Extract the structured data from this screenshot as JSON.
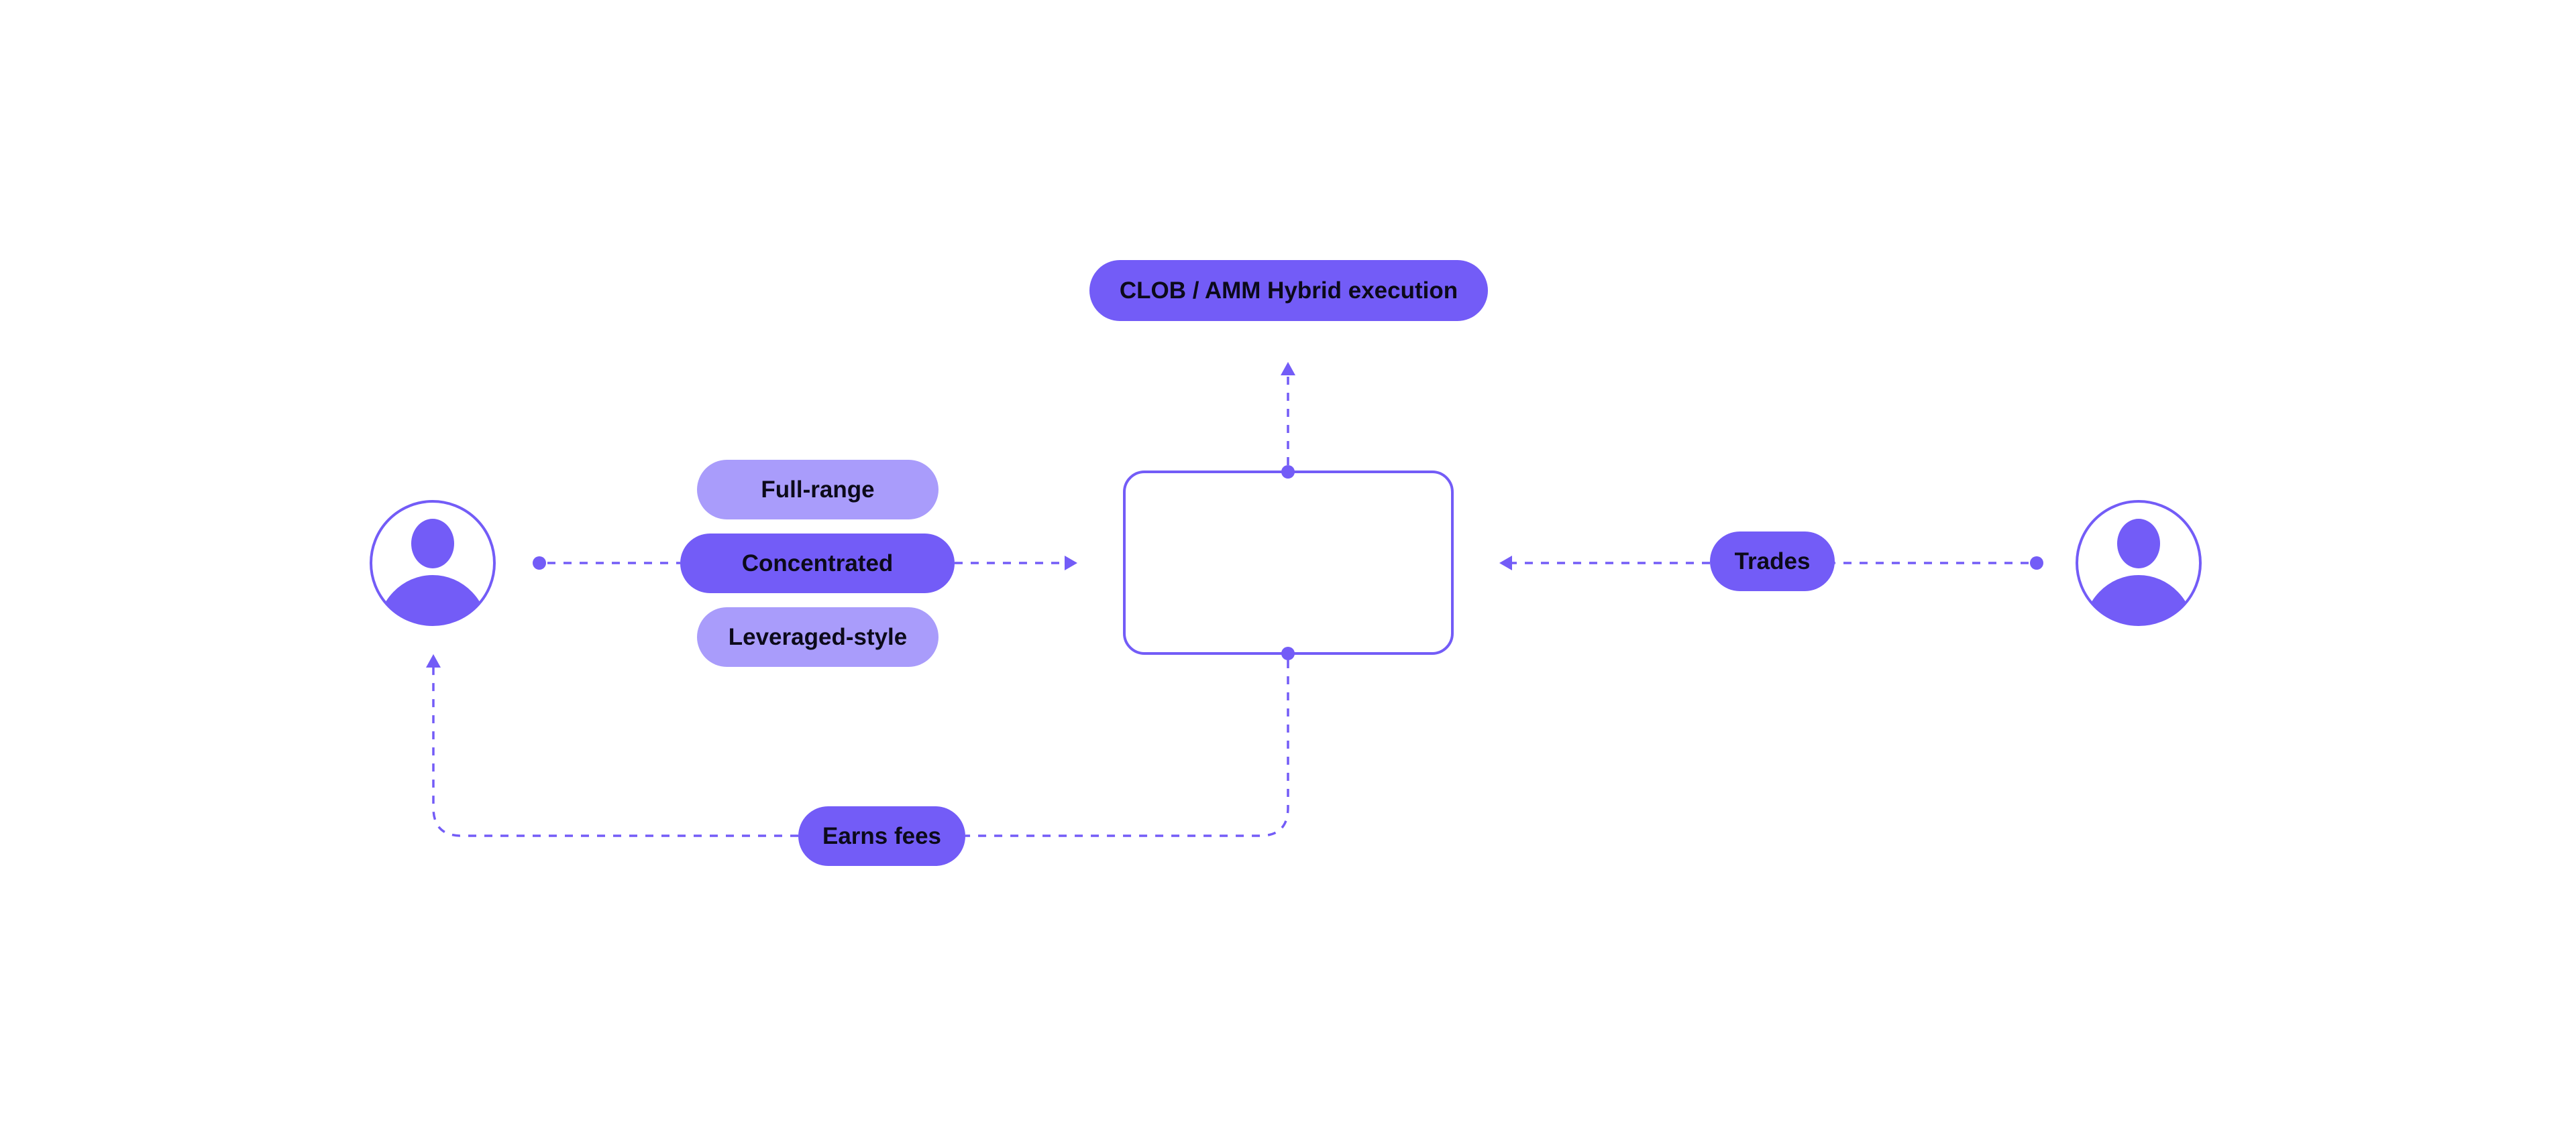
{
  "diagram": {
    "colors": {
      "accent": "#735cf7",
      "accent_light": "#a99cfb",
      "text": "#0c0a1a",
      "background": "#ffffff"
    },
    "nodes": {
      "execution_label": "CLOB / AMM Hybrid execution",
      "liquidity_options": [
        "Full-range",
        "Concentrated",
        "Leveraged-style"
      ],
      "trades_label": "Trades",
      "fees_label": "Earns fees"
    },
    "icons": {
      "liquidity_provider": "user-icon",
      "trader": "user-icon",
      "center_box": "empty-rounded-box"
    }
  }
}
